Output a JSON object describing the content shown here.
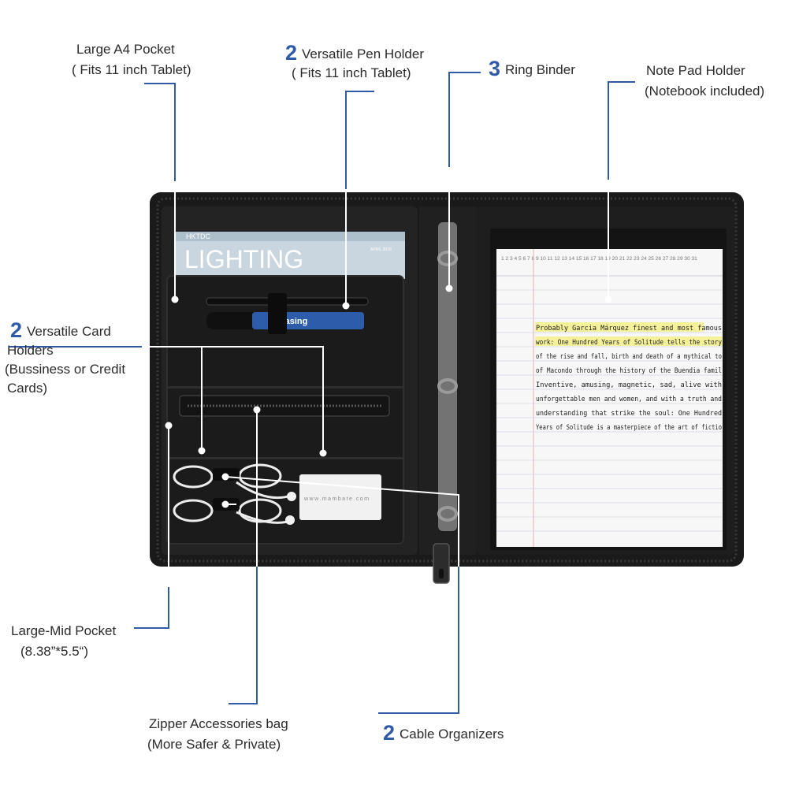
{
  "callouts": {
    "a4_pocket": {
      "line1": "Large A4 Pocket",
      "line2": "( Fits 11 inch Tablet)"
    },
    "pen_holder": {
      "number": "2",
      "line1": "Versatile Pen Holder",
      "line2": "( Fits 11 inch Tablet)"
    },
    "ring_binder": {
      "number": "3",
      "line1": "Ring Binder"
    },
    "note_pad": {
      "line1": "Note Pad Holder",
      "line2": "(Notebook included)"
    },
    "card_holders": {
      "number": "2",
      "line1": "Versatile Card",
      "line2": "Holders",
      "line3": "(Bussiness or Credit",
      "line4": "Cards)"
    },
    "mid_pocket": {
      "line1": "Large-Mid Pocket",
      "line2": "(8.38”*5.5“)"
    },
    "zipper_bag": {
      "line1": "Zipper Accessories bag",
      "line2": "(More Safer & Private)"
    },
    "cable_org": {
      "number": "2",
      "line1": "Cable Organizers"
    }
  },
  "product": {
    "magazine_brand": "HKTDC",
    "magazine_title": "LIGHTING",
    "magazine_date": "APRIL 2018",
    "card_url": "www.mambate.com",
    "marker_text": "Erasing",
    "calendar_days": "1 2 3 4 5 6 7 8 9 10 11 12 13 14 15 16 17 18 19 20 21 22 23 24 25 26 27 28 29 30 31",
    "note_lines": [
      "Probably Garcia Márquez finest and most famous",
      "work: One Hundred Years of Solitude tells the story",
      "of the rise and fall, birth and death of a mythical to",
      "of Macondo through the history of the Buendia famil",
      "Inventive, amusing, magnetic, sad, alive with",
      "unforgettable men and women, and with a truth and",
      "understanding that strike the soul: One Hundred",
      "Years of Solitude is a masterpiece of the art of fictio"
    ]
  },
  "colors": {
    "accent": "#2f5aa8",
    "leather": "#1c1c1c",
    "paper": "#f7f7f7",
    "highlight": "#f3f08a"
  }
}
